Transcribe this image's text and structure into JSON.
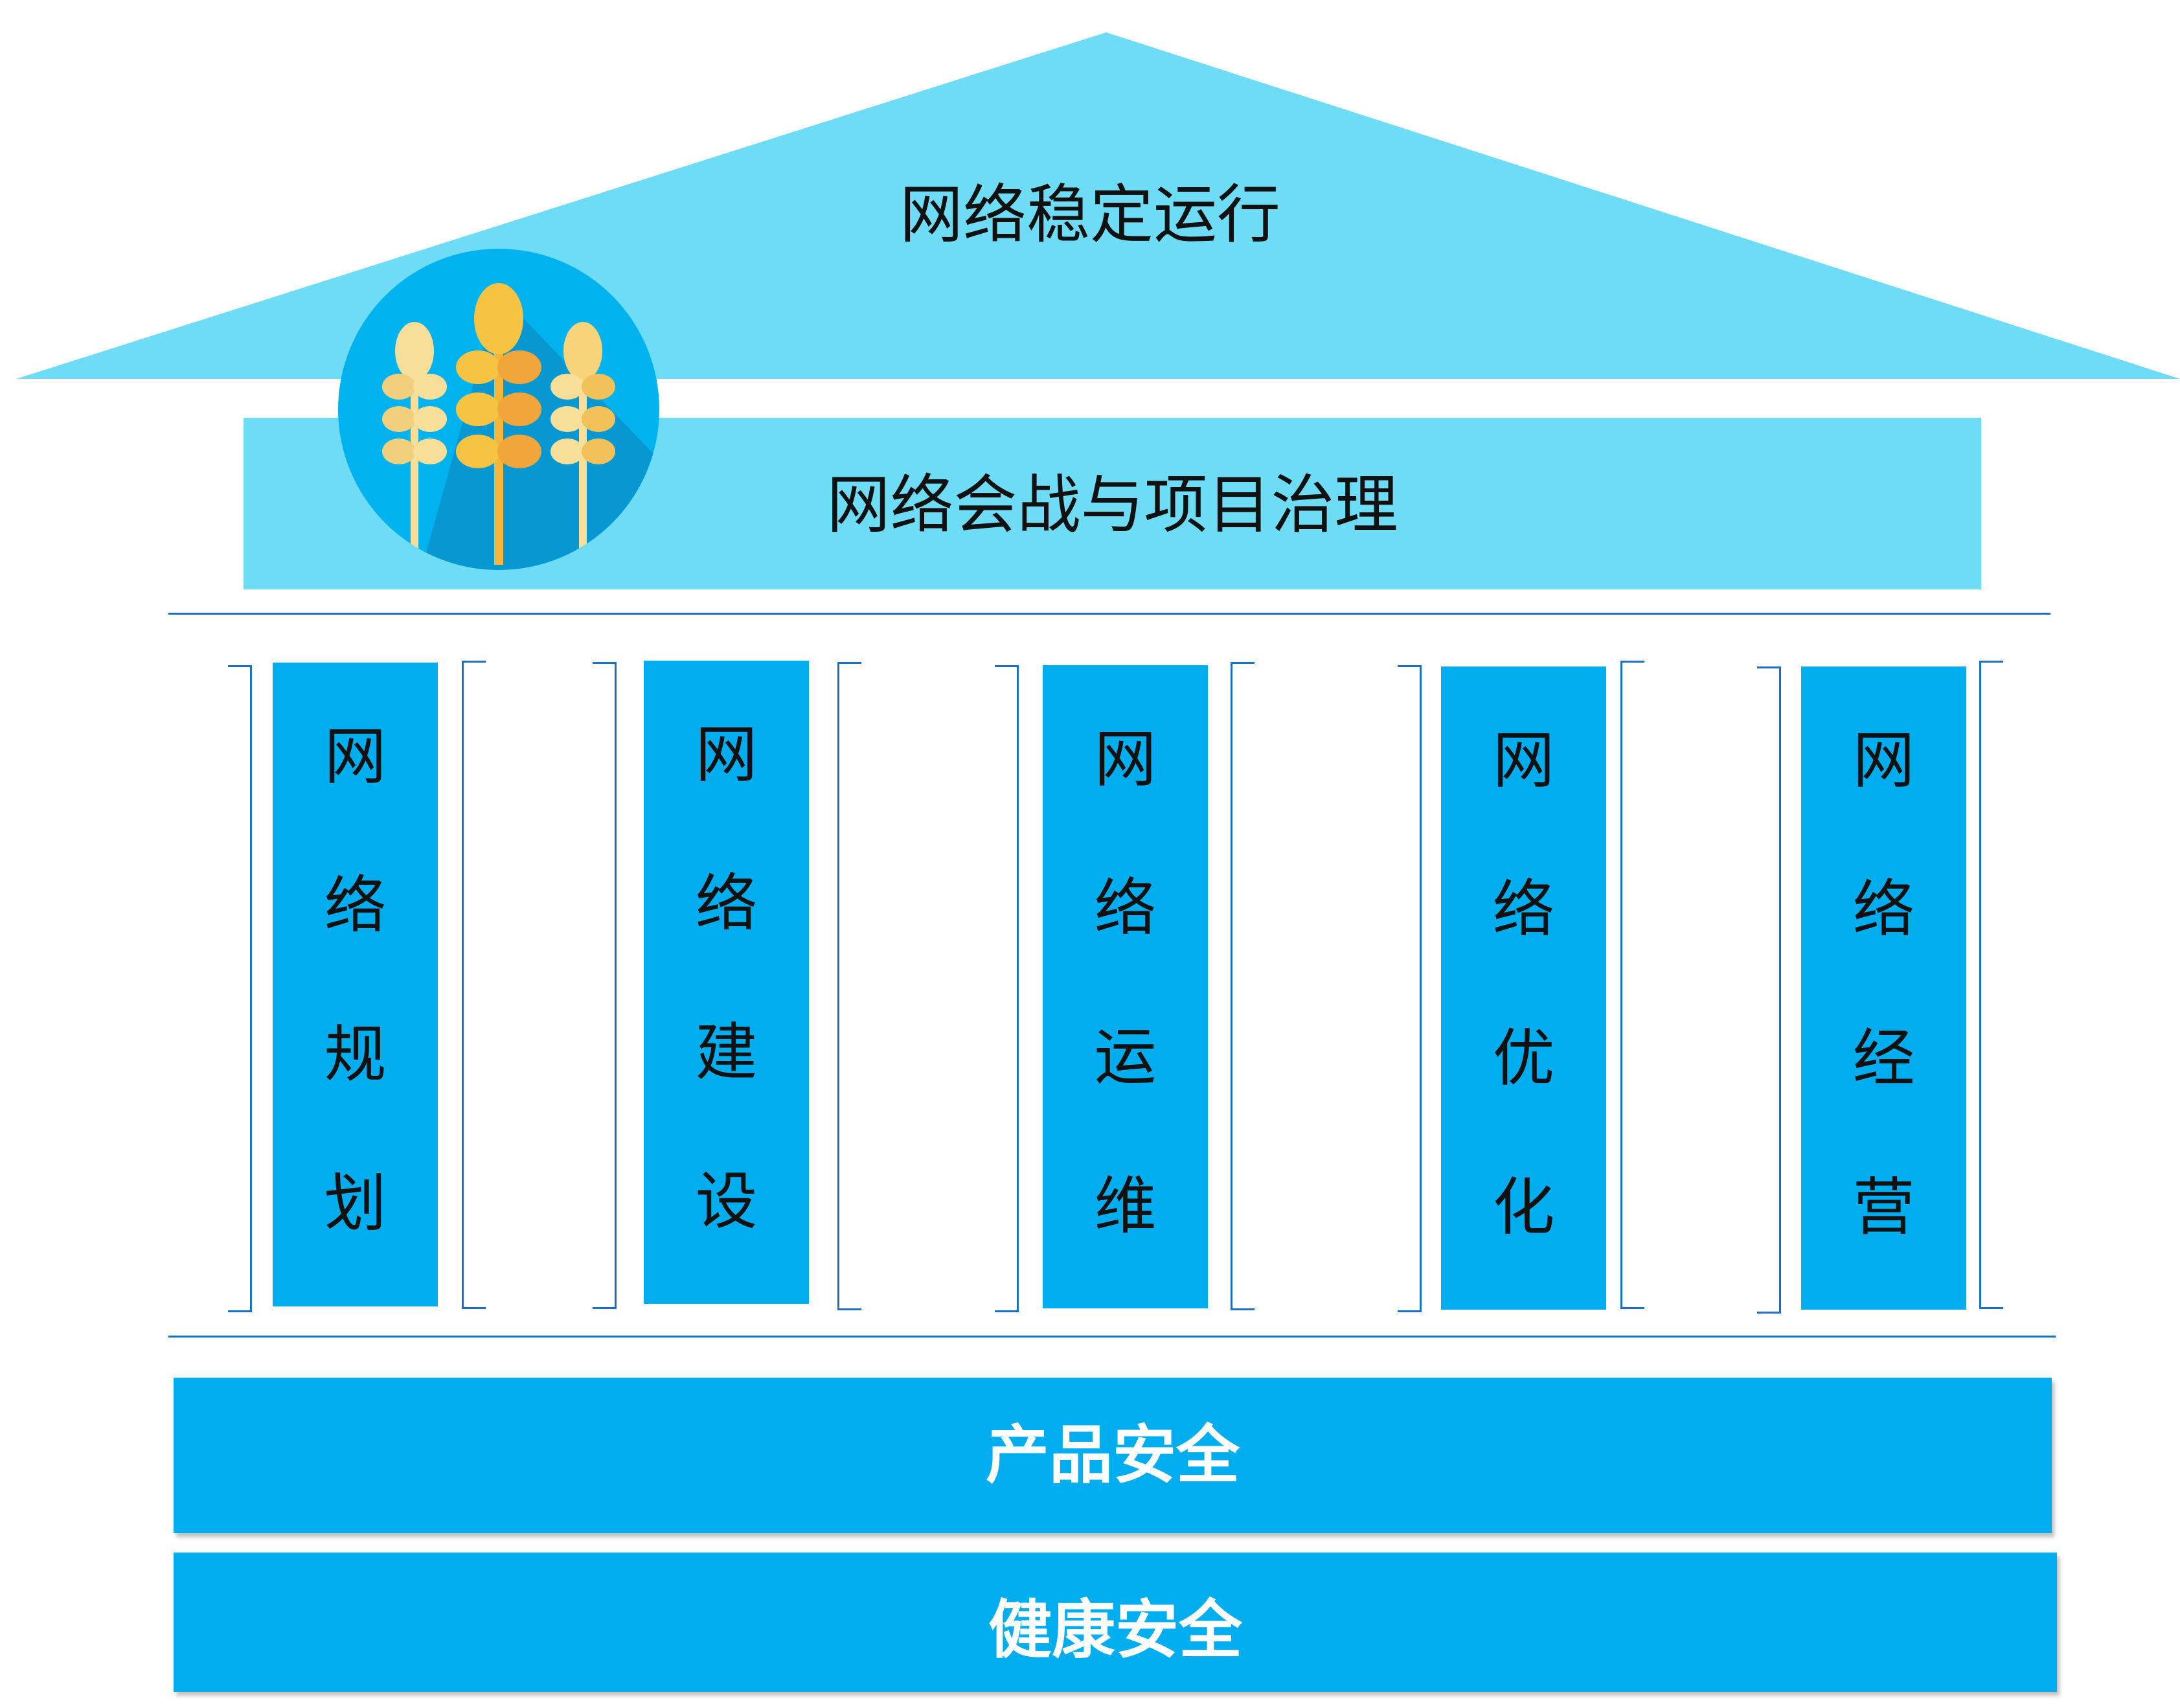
{
  "roof": {
    "title": "网络稳定运行",
    "color": "#6edcf5"
  },
  "beam": {
    "title": "网络会战与项目治理",
    "color": "#6edcf5"
  },
  "logo": {
    "icon": "wheat-icon",
    "circle_color": "#00b3ef"
  },
  "pillars": [
    {
      "label": "网络规划",
      "chars": [
        "网",
        "络",
        "规",
        "划"
      ]
    },
    {
      "label": "网络建设",
      "chars": [
        "网",
        "络",
        "建",
        "设"
      ]
    },
    {
      "label": "网络运维",
      "chars": [
        "网",
        "络",
        "运",
        "维"
      ]
    },
    {
      "label": "网络优化",
      "chars": [
        "网",
        "络",
        "优",
        "化"
      ]
    },
    {
      "label": "网络经营",
      "chars": [
        "网",
        "络",
        "经",
        "营"
      ]
    }
  ],
  "foundation": [
    {
      "label": "产品安全"
    },
    {
      "label": "健康安全"
    }
  ],
  "colors": {
    "pillar": "#00aeef",
    "line": "#1a6fc6",
    "band": "#00aeef"
  }
}
